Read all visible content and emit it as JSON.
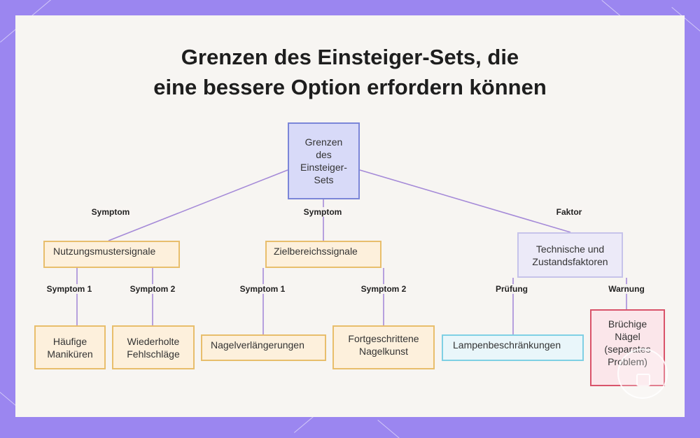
{
  "title": {
    "line1": "Grenzen des Einsteiger-Sets, die",
    "line2": "eine bessere Option erfordern können"
  },
  "root": "Grenzen des Einsteiger-Sets",
  "branches": [
    {
      "edge_label": "Symptom",
      "node": "Nutzungsmustersignale",
      "children": [
        {
          "edge_label": "Symptom 1",
          "node": "Häufige Maniküren"
        },
        {
          "edge_label": "Symptom 2",
          "node": "Wiederholte Fehlschläge"
        }
      ]
    },
    {
      "edge_label": "Symptom",
      "node": "Zielbereichssignale",
      "children": [
        {
          "edge_label": "Symptom 1",
          "node": "Nagelverlängerungen"
        },
        {
          "edge_label": "Symptom 2",
          "node": "Fortgeschrittene Nagelkunst"
        }
      ]
    },
    {
      "edge_label": "Faktor",
      "node": "Technische und Zustandsfaktoren",
      "children": [
        {
          "edge_label": "Prüfung",
          "node": "Lampenbeschränkungen"
        },
        {
          "edge_label": "Warnung",
          "node": "Brüchige Nägel (separates Problem)"
        }
      ]
    }
  ],
  "colors": {
    "background": "#9b86f0",
    "panel": "#f7f5f2",
    "connector": "#a58ad8",
    "root_fill": "#d8daf8",
    "root_border": "#7b86d8",
    "orange_border": "#e8be6c",
    "lavender_border": "#c6c3ea",
    "cyan_border": "#7fd0e4",
    "red_border": "#d9536a"
  }
}
